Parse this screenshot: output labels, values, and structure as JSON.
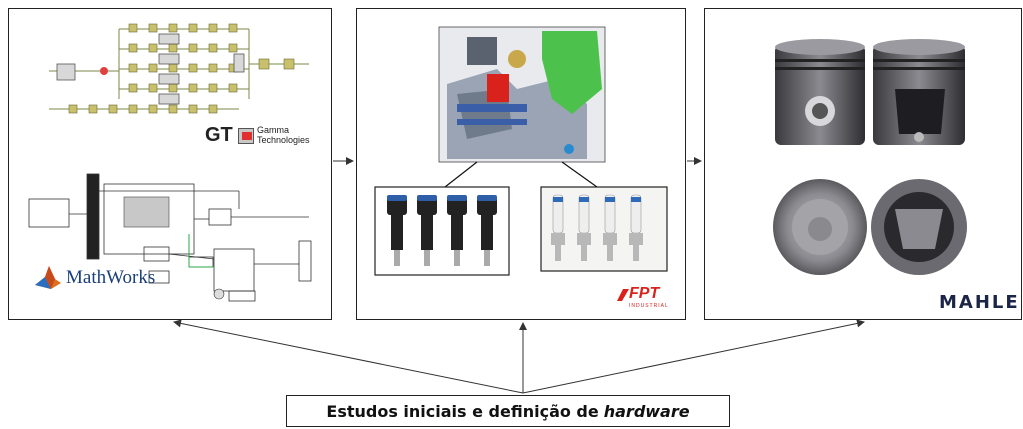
{
  "caption": {
    "main": "Estudos iniciais e definição de",
    "italic": "hardware"
  },
  "logos": {
    "gt_mark": "GT",
    "gt_name_line1": "Gamma",
    "gt_name_line2": "Technologies",
    "mathworks": "MathWorks",
    "fpt": "FPT",
    "fpt_sub": "INDUSTRIAL",
    "mahle": "MAHLE"
  },
  "colors": {
    "fpt_red": "#d9221c",
    "mathworks_orange": "#e0701f",
    "mahle_navy": "#1a2548",
    "injector_blue": "#2f5fa8",
    "cad_green": "#4cc24c",
    "cad_grey": "#9aa4b4"
  }
}
